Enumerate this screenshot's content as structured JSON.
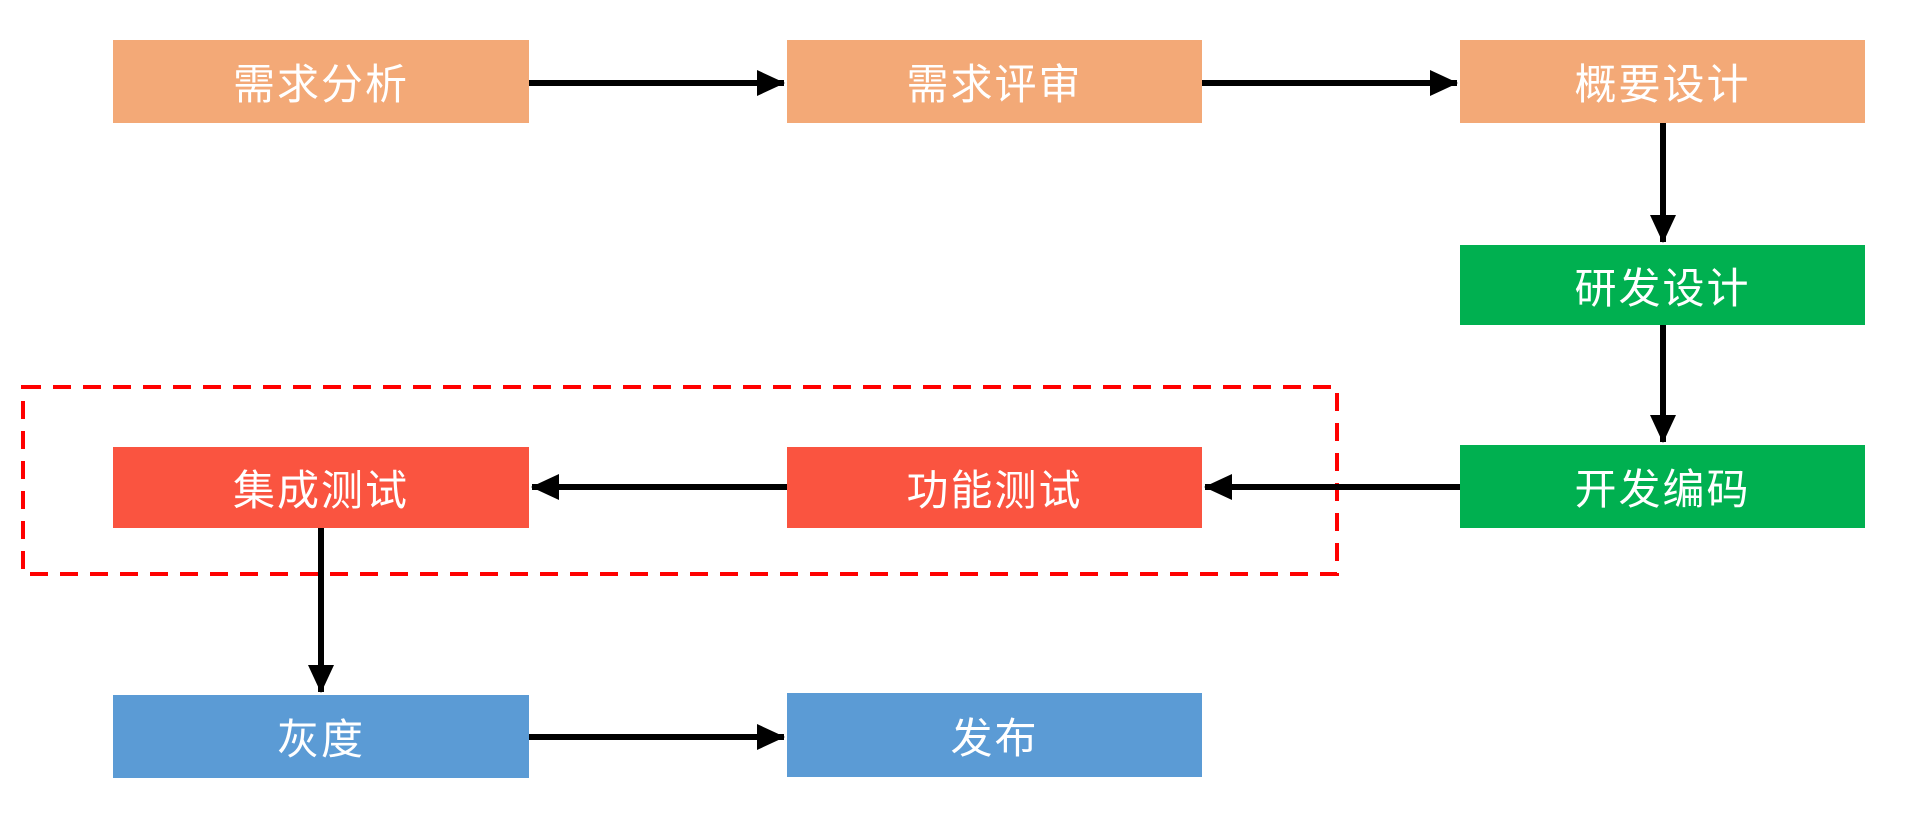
{
  "diagram": {
    "type": "flowchart",
    "nodes": [
      {
        "id": "req-analysis",
        "label": "需求分析",
        "color": "#F3A977"
      },
      {
        "id": "req-review",
        "label": "需求评审",
        "color": "#F3A977"
      },
      {
        "id": "outline-design",
        "label": "概要设计",
        "color": "#F3A977"
      },
      {
        "id": "rd-design",
        "label": "研发设计",
        "color": "#00B050"
      },
      {
        "id": "dev-coding",
        "label": "开发编码",
        "color": "#00B050"
      },
      {
        "id": "func-test",
        "label": "功能测试",
        "color": "#FA5440"
      },
      {
        "id": "integration-test",
        "label": "集成测试",
        "color": "#FA5440"
      },
      {
        "id": "gray-release",
        "label": "灰度",
        "color": "#5B9BD5"
      },
      {
        "id": "release",
        "label": "发布",
        "color": "#5B9BD5"
      }
    ],
    "edges": [
      {
        "from": "需求分析",
        "to": "需求评审"
      },
      {
        "from": "需求评审",
        "to": "概要设计"
      },
      {
        "from": "概要设计",
        "to": "研发设计"
      },
      {
        "from": "研发设计",
        "to": "开发编码"
      },
      {
        "from": "开发编码",
        "to": "功能测试"
      },
      {
        "from": "功能测试",
        "to": "集成测试"
      },
      {
        "from": "集成测试",
        "to": "灰度"
      },
      {
        "from": "灰度",
        "to": "发布"
      }
    ],
    "group": {
      "members": [
        "集成测试",
        "功能测试"
      ],
      "border_color": "#FF0000",
      "border_style": "dashed"
    },
    "colors": {
      "arrow": "#000000",
      "node_text": "#FFFFFF",
      "background": "#FFFFFF"
    }
  }
}
